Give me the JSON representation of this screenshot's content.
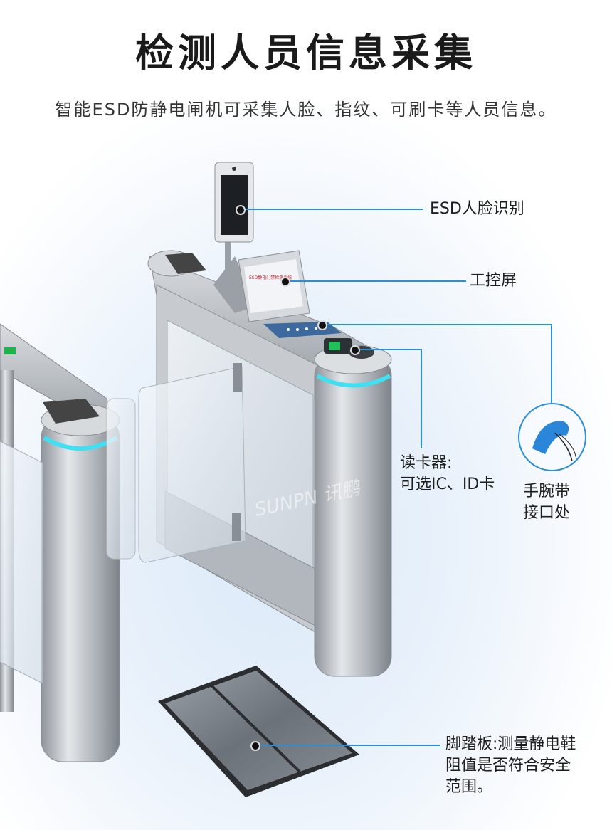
{
  "header": {
    "title": "检测人员信息采集",
    "subtitle": "智能ESD防静电闸机可采集人脸、指纹、可刷卡等人员信息。"
  },
  "callouts": {
    "face": "ESD人脸识别",
    "screen": "工控屏",
    "card_reader_line1": "读卡器:",
    "card_reader_line2": "可选IC、ID卡",
    "wrist_line1": "手腕带",
    "wrist_line2": "接口处",
    "pedal_line1": "脚踏板:测量静电鞋",
    "pedal_line2": "阻值是否符合安全",
    "pedal_line3": "范围。"
  },
  "watermark": "SUNPN 讯鹏",
  "colors": {
    "accent_line": "#2a8fd6",
    "led_cyan": "#3fe0f2",
    "steel": "#b8bcc2"
  }
}
